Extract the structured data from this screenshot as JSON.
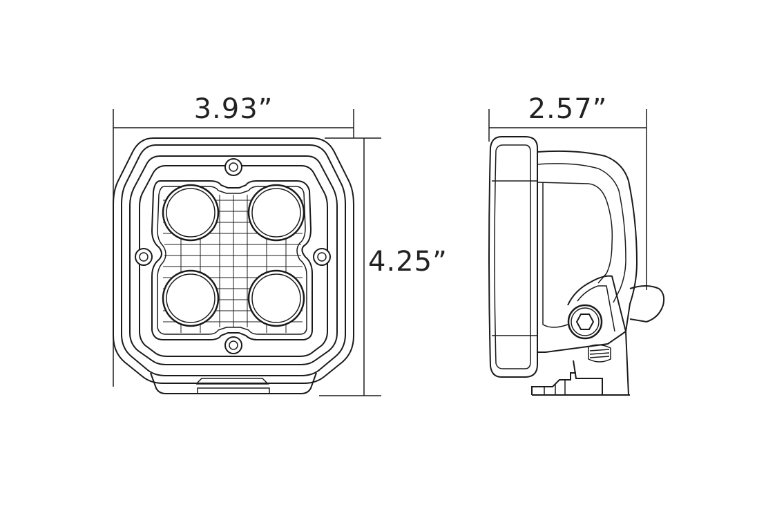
{
  "dimensions": {
    "width": "3.93”",
    "height": "4.25”",
    "depth": "2.57”"
  },
  "colors": {
    "line": "#1a1a1a",
    "background": "#ffffff"
  }
}
